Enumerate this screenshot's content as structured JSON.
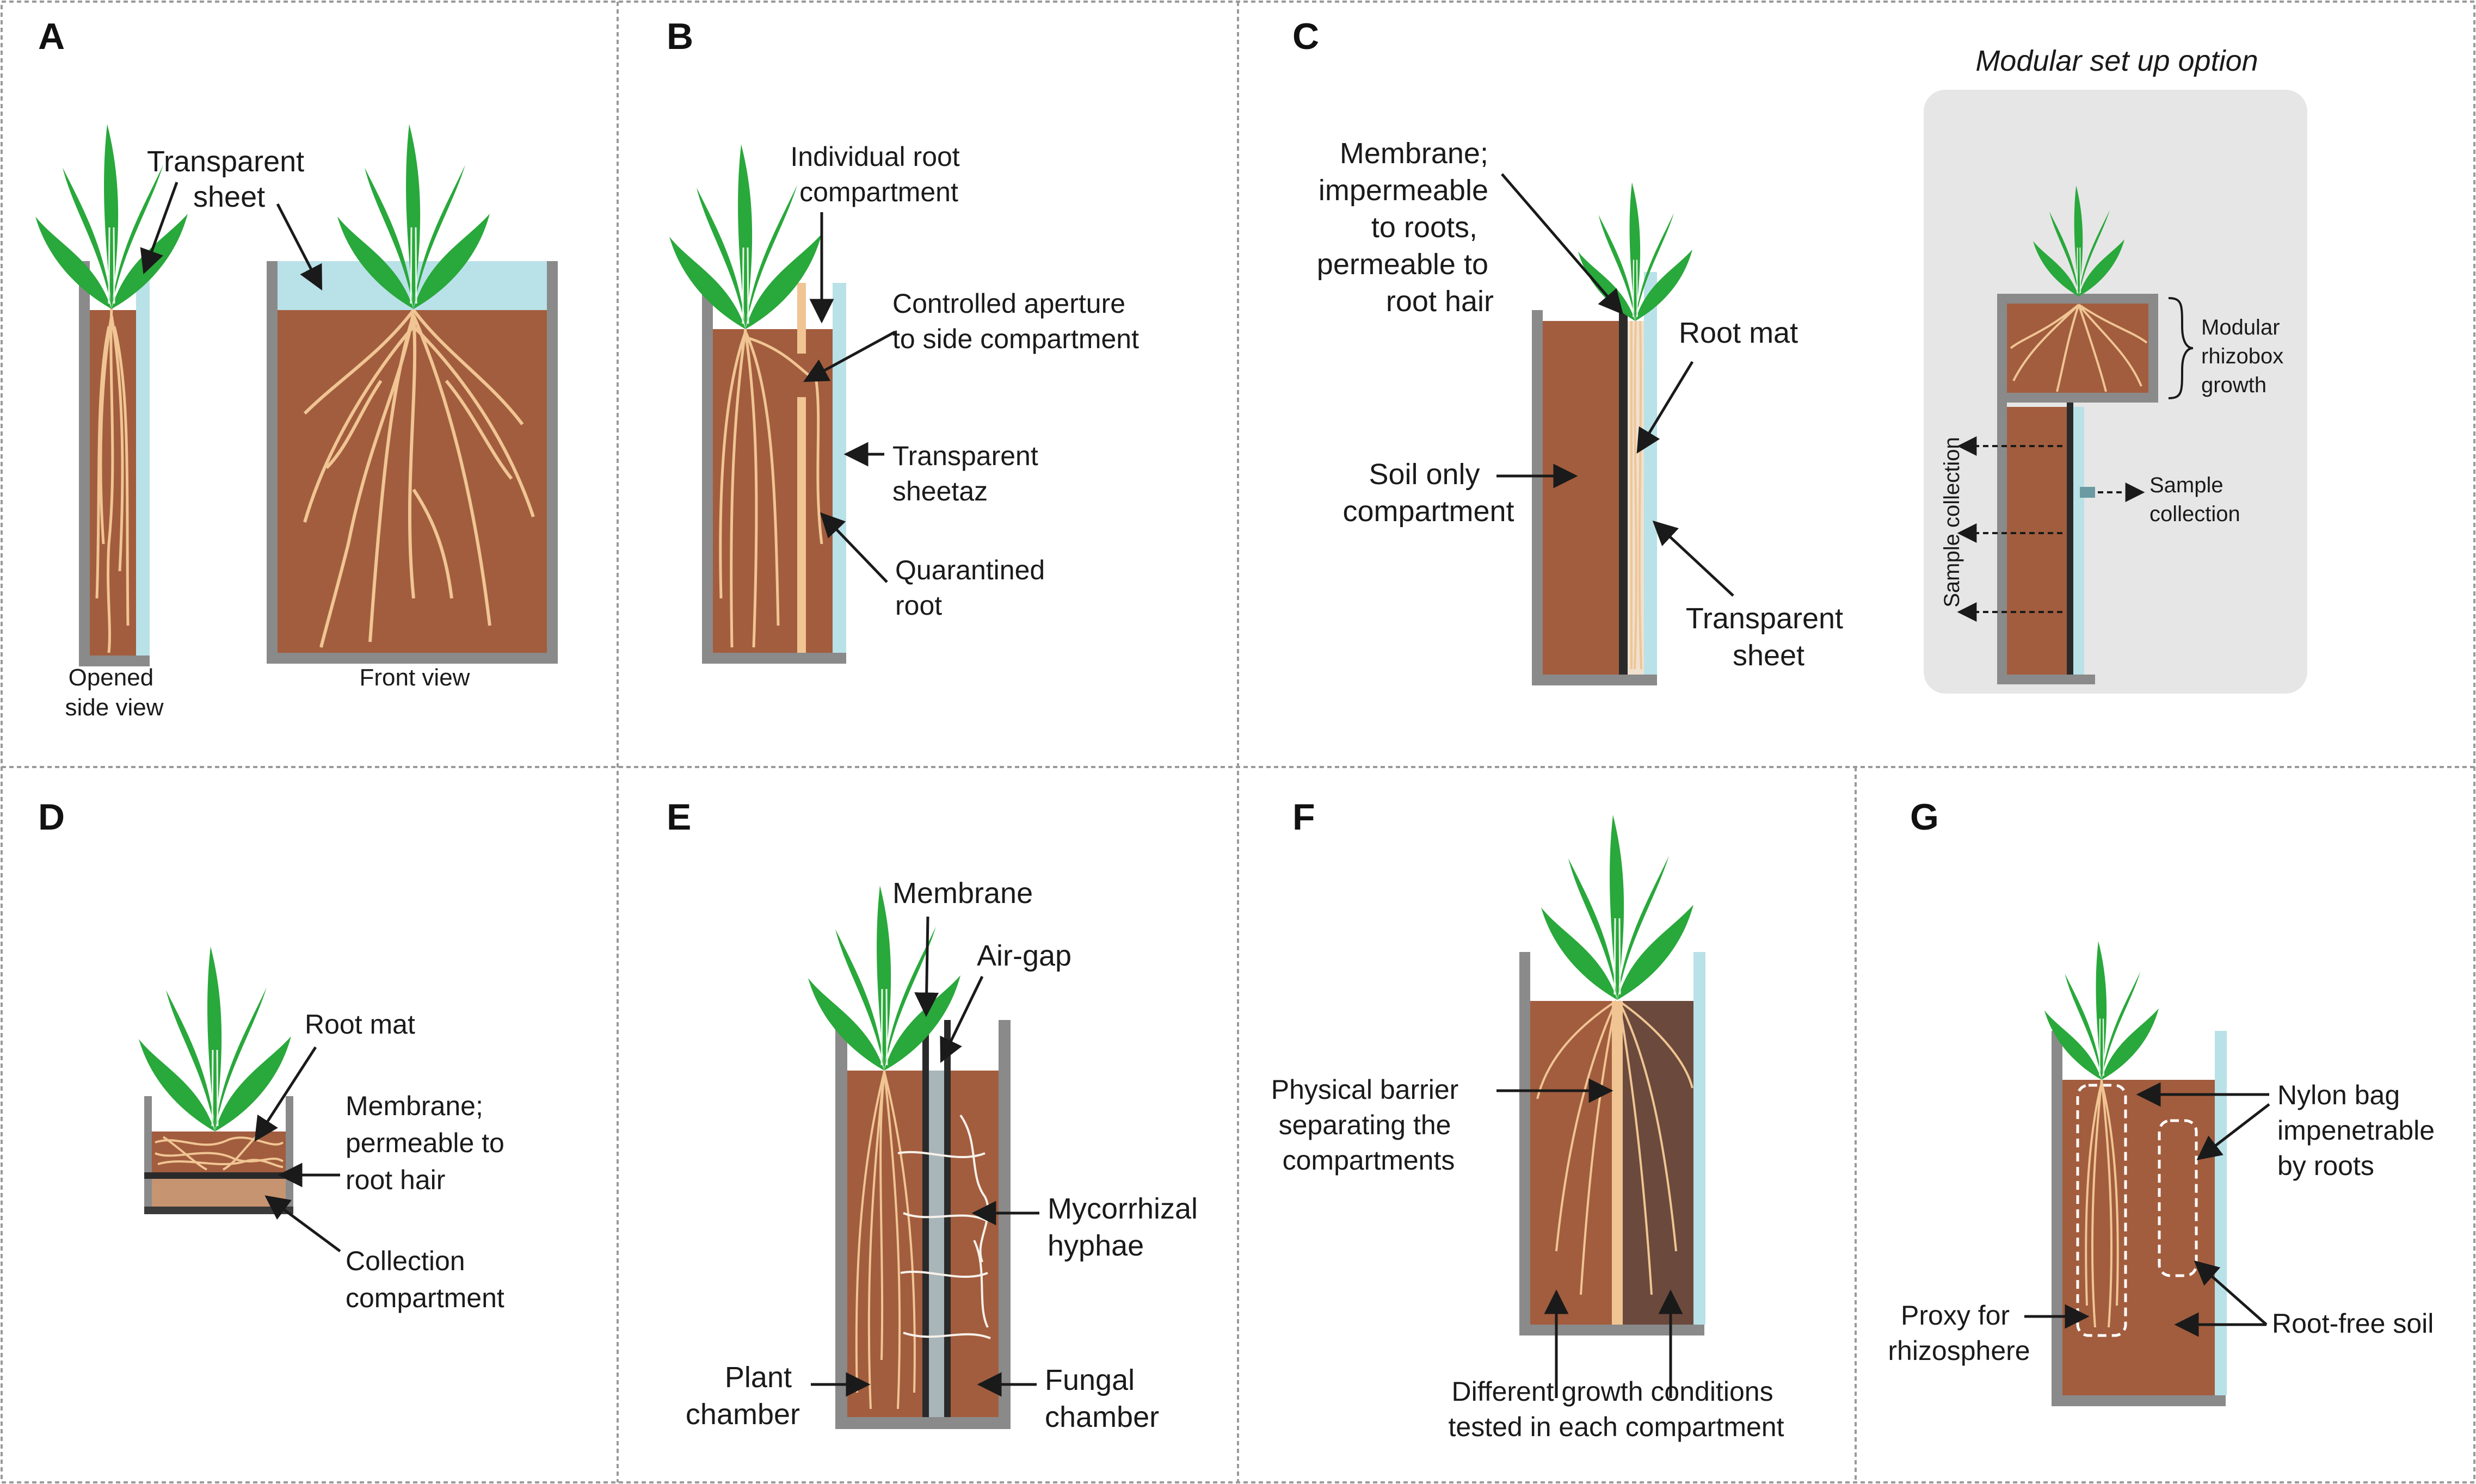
{
  "colors": {
    "soil": "#a25d3e",
    "soil_dark": "#6b4a3d",
    "wall": "#8a8a8a",
    "sheet": "#b9e1e8",
    "leaf": "#29a83b",
    "root": "#f0c593",
    "membrane": "#2a2a2a",
    "border": "#9a9a9a",
    "modular_bg": "#e6e6e6"
  },
  "panels": {
    "A": {
      "letter": "A",
      "transparent_sheet": [
        "Transparent",
        "sheet"
      ],
      "opened_side_view": [
        "Opened",
        "side view"
      ],
      "front_view": "Front view"
    },
    "B": {
      "letter": "B",
      "individual_root": [
        "Individual root",
        "compartment"
      ],
      "controlled_aperture": [
        "Controlled aperture",
        "to side compartment"
      ],
      "transparent_sheet": [
        "Transparent",
        "sheetaz"
      ],
      "quarantined_root": [
        "Quarantined",
        "root"
      ]
    },
    "C": {
      "letter": "C",
      "membrane": [
        "Membrane;",
        "impermeable",
        "to roots,",
        "permeable to",
        "root hair"
      ],
      "root_mat": "Root mat",
      "soil_only": [
        "Soil only",
        "compartment"
      ],
      "transparent_sheet": [
        "Transparent",
        "sheet"
      ],
      "modular_title": "Modular set up option",
      "modular_growth": [
        "Modular",
        "rhizobox",
        "growth"
      ],
      "sample_collection_right": [
        "Sample",
        "collection"
      ],
      "sample_collection_vertical": "Sample collection"
    },
    "D": {
      "letter": "D",
      "root_mat": "Root mat",
      "membrane": [
        "Membrane;",
        "permeable to",
        "root hair"
      ],
      "collection": [
        "Collection",
        "compartment"
      ]
    },
    "E": {
      "letter": "E",
      "membrane": "Membrane",
      "air_gap": "Air-gap",
      "mycorrhizal": [
        "Mycorrhizal",
        "hyphae"
      ],
      "plant_chamber": [
        "Plant",
        "chamber"
      ],
      "fungal_chamber": [
        "Fungal",
        "chamber"
      ]
    },
    "F": {
      "letter": "F",
      "barrier": [
        "Physical barrier",
        "separating the",
        "compartments"
      ],
      "growth_conditions": [
        "Different growth conditions",
        "tested in each compartment"
      ]
    },
    "G": {
      "letter": "G",
      "nylon_bag": [
        "Nylon bag",
        "impenetrable",
        "by roots"
      ],
      "proxy": [
        "Proxy for",
        "rhizosphere"
      ],
      "root_free": "Root-free soil"
    }
  }
}
